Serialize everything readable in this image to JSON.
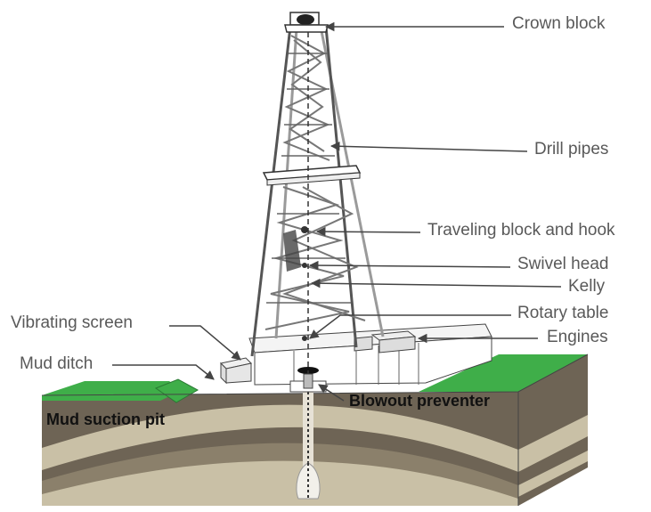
{
  "labels": {
    "crown_block": "Crown block",
    "drill_pipes": "Drill pipes",
    "traveling_block": "Traveling block and hook",
    "swivel_head": "Swivel head",
    "kelly": "Kelly",
    "vibrating_screen": "Vibrating screen",
    "rotary_table": "Rotary table",
    "engines": "Engines",
    "mud_ditch": "Mud ditch",
    "blowout_preventer": "Blowout preventer",
    "mud_suction_pit": "Mud suction pit"
  },
  "colors": {
    "grass": "#3fae49",
    "soil_dark": "#6e6455",
    "soil_light": "#c9c0a6",
    "soil_mid": "#8b806b",
    "label_gray": "#595959",
    "structure": "#555555"
  }
}
